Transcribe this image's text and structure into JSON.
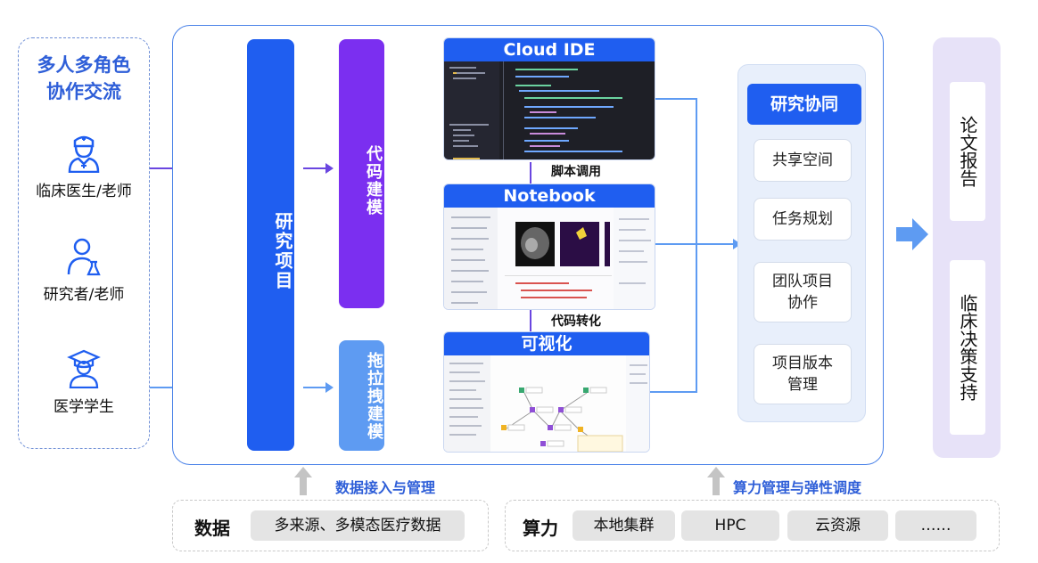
{
  "roles": {
    "title_line1": "多人多角色",
    "title_line2": "协作交流",
    "items": [
      {
        "label": "临床医生/老师",
        "icon": "doctor-icon"
      },
      {
        "label": "研究者/老师",
        "icon": "researcher-icon"
      },
      {
        "label": "医学学生",
        "icon": "student-icon"
      }
    ]
  },
  "center": {
    "project_label": "研究项目",
    "code_modeling_label": "代码建模",
    "drag_modeling_label": "拖拉拽建模",
    "cloud_ide_title": "Cloud IDE",
    "notebook_title": "Notebook",
    "visual_title": "可视化",
    "script_call_label": "脚本调用",
    "code_convert_label": "代码转化"
  },
  "collab": {
    "title": "研究协同",
    "items": [
      "共享空间",
      "任务规划",
      "团队项目协作",
      "项目版本管理"
    ]
  },
  "outputs": {
    "items": [
      "论文报告",
      "临床决策支持"
    ]
  },
  "bottom": {
    "data_arrow_label": "数据接入与管理",
    "compute_arrow_label": "算力管理与弹性调度",
    "data_key": "数据",
    "data_chip": "多来源、多模态医疗数据",
    "compute_key": "算力",
    "compute_chips": [
      "本地集群",
      "HPC",
      "云资源",
      "……"
    ]
  },
  "colors": {
    "primary_blue": "#1f5ef0",
    "purple": "#7b2ff0",
    "light_blue": "#5e9bf2",
    "collab_bg": "#e8effb",
    "output_bg": "#e7e2f8"
  }
}
